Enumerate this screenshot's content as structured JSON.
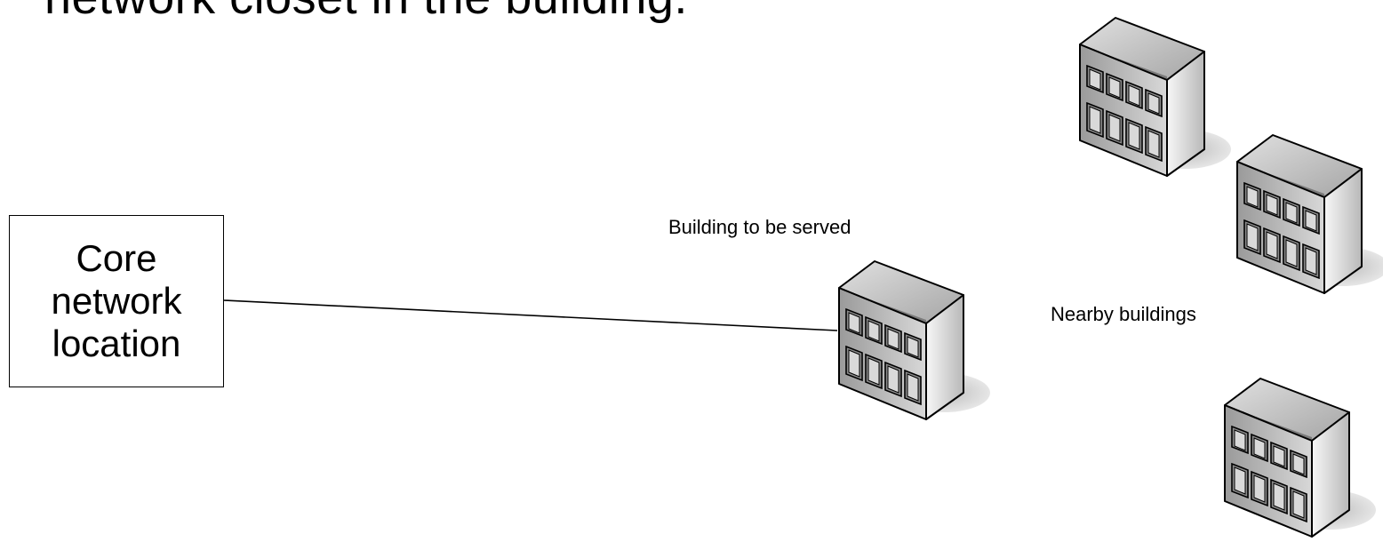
{
  "heading": "network closet in the building.",
  "core_box": {
    "lines": [
      "Core",
      "network",
      "location"
    ]
  },
  "labels": {
    "building_served": "Building to be served",
    "nearby_buildings": "Nearby buildings"
  },
  "buildings": [
    {
      "id": "served",
      "icon": "building-icon"
    },
    {
      "id": "nearby-1",
      "icon": "building-icon"
    },
    {
      "id": "nearby-2",
      "icon": "building-icon"
    },
    {
      "id": "nearby-3",
      "icon": "building-icon"
    }
  ],
  "colors": {
    "line": "#000000",
    "building_side": "#f2f2f2",
    "building_front": "#cfcfcf",
    "shadow": "#cccccc"
  }
}
